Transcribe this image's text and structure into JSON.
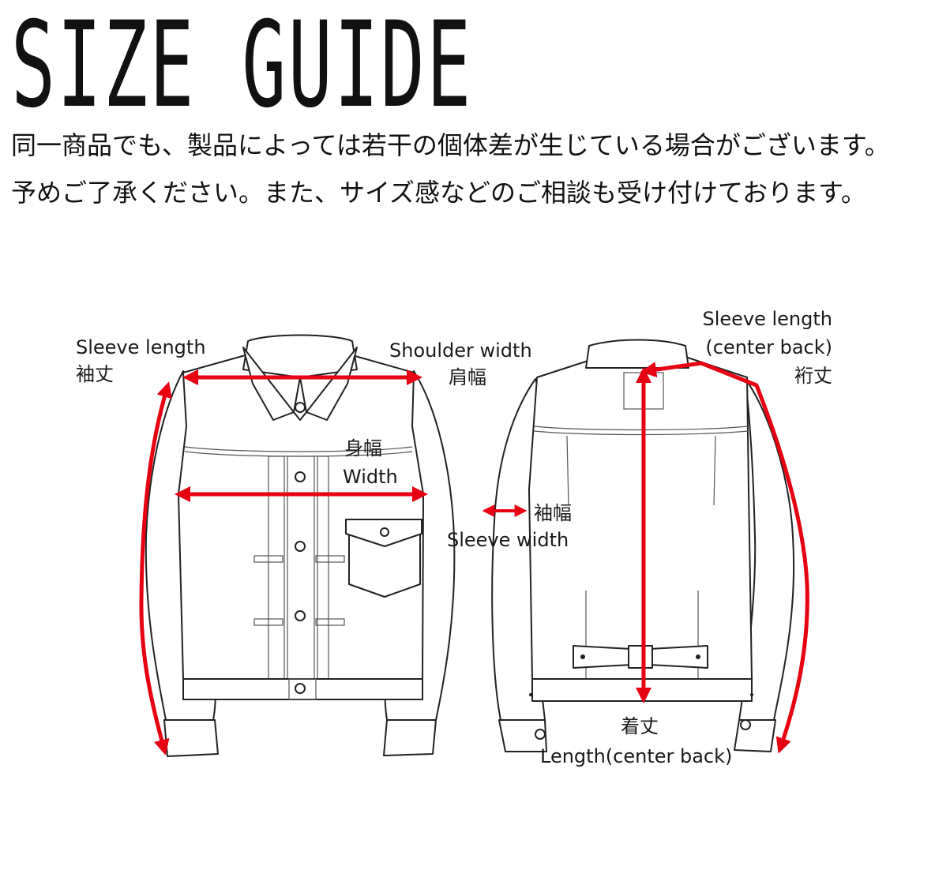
{
  "title": "SIZE GUIDE",
  "description": {
    "line1": "同一商品でも、製品によっては若干の個体差が生じている場合がございます。",
    "line2": "予めご了承ください。また、サイズ感などのご相談も受け付けております。"
  },
  "colors": {
    "measure_arrow": "#e60012",
    "outline": "#222222",
    "text": "#111111",
    "background": "#ffffff"
  },
  "front_labels": {
    "sleeve_length_en": "Sleeve length",
    "sleeve_length_jp": "袖丈",
    "shoulder_width_en": "Shoulder width",
    "shoulder_width_jp": "肩幅",
    "width_jp": "身幅",
    "width_en": "Width"
  },
  "back_labels": {
    "sleeve_length_cb_en1": "Sleeve length",
    "sleeve_length_cb_en2": "(center back)",
    "sleeve_length_cb_jp": "裄丈",
    "sleeve_width_jp": "袖幅",
    "sleeve_width_en": "Sleeve width",
    "length_jp": "着丈",
    "length_en": "Length(center back)"
  }
}
